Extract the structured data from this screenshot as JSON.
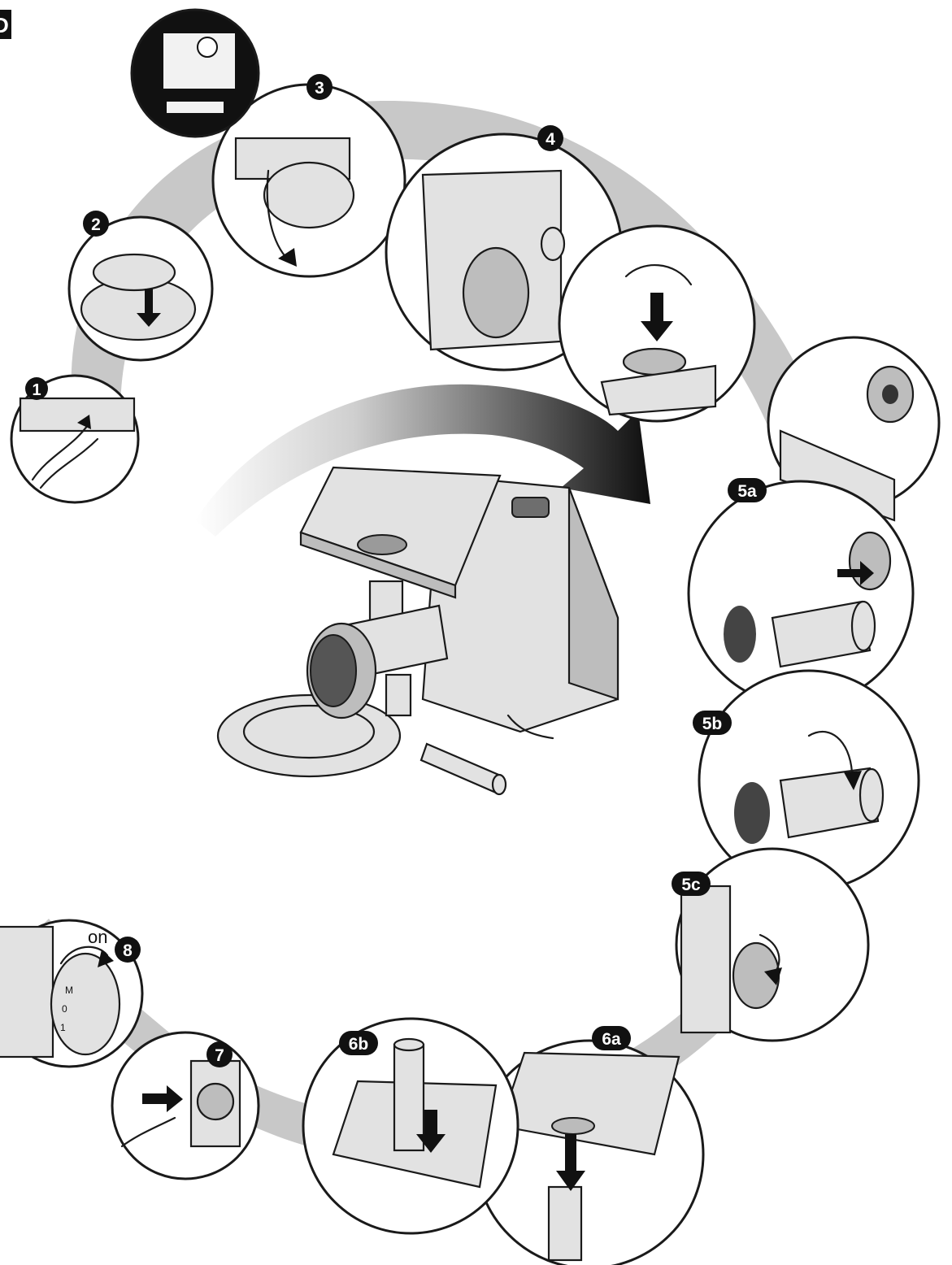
{
  "figure_label": "D",
  "steps": [
    {
      "id": "1",
      "label": "1"
    },
    {
      "id": "2",
      "label": "2"
    },
    {
      "id": "3",
      "label": "3"
    },
    {
      "id": "4",
      "label": "4"
    },
    {
      "id": "5a",
      "label": "5a"
    },
    {
      "id": "5b",
      "label": "5b"
    },
    {
      "id": "5c",
      "label": "5c"
    },
    {
      "id": "6a",
      "label": "6a"
    },
    {
      "id": "6b",
      "label": "6b"
    },
    {
      "id": "7",
      "label": "7"
    },
    {
      "id": "8",
      "label": "8"
    }
  ],
  "switch_label": "on",
  "dial_marks": [
    "M",
    "0",
    "1"
  ],
  "colors": {
    "ribbon": "#c8c8c8",
    "badge": "#111111",
    "ink": "#1a1a1a",
    "metal": "#e2e2e2"
  }
}
